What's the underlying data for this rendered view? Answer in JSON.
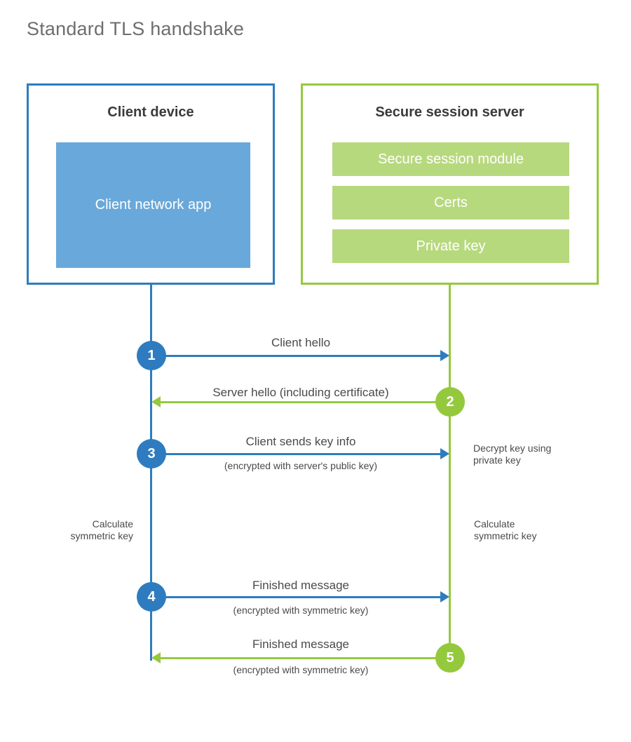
{
  "title": "Standard TLS handshake",
  "colors": {
    "client_accent": "#2e7cbf",
    "client_app_fill": "#69a8da",
    "server_accent": "#95c93d",
    "server_bar_fill": "#b7d97e",
    "title_text": "#6d6e70",
    "body_text": "#4a4a4c",
    "heading_text": "#3a3a3c",
    "background": "#ffffff"
  },
  "parties": {
    "client": {
      "title": "Client device",
      "app_label": "Client network app"
    },
    "server": {
      "title": "Secure session server",
      "components": [
        {
          "label": "Secure session module"
        },
        {
          "label": "Certs"
        },
        {
          "label": "Private key"
        }
      ]
    }
  },
  "steps": [
    {
      "number": "1",
      "label": "Client hello",
      "sublabel": "",
      "direction": "client-to-server",
      "color": "#2e7cbf"
    },
    {
      "number": "2",
      "label": "Server hello (including certificate)",
      "sublabel": "",
      "direction": "server-to-client",
      "color": "#95c93d"
    },
    {
      "number": "3",
      "label": "Client sends key info",
      "sublabel": "(encrypted with server's public key)",
      "direction": "client-to-server",
      "color": "#2e7cbf"
    },
    {
      "number": "4",
      "label": "Finished message",
      "sublabel": "(encrypted with symmetric key)",
      "direction": "client-to-server",
      "color": "#2e7cbf"
    },
    {
      "number": "5",
      "label": "Finished message",
      "sublabel": "(encrypted with symmetric key)",
      "direction": "server-to-client",
      "color": "#95c93d"
    }
  ],
  "notes": {
    "server_decrypt": "Decrypt key using\nprivate key",
    "client_calculate": "Calculate\nsymmetric key",
    "server_calculate": "Calculate\nsymmetric key"
  }
}
